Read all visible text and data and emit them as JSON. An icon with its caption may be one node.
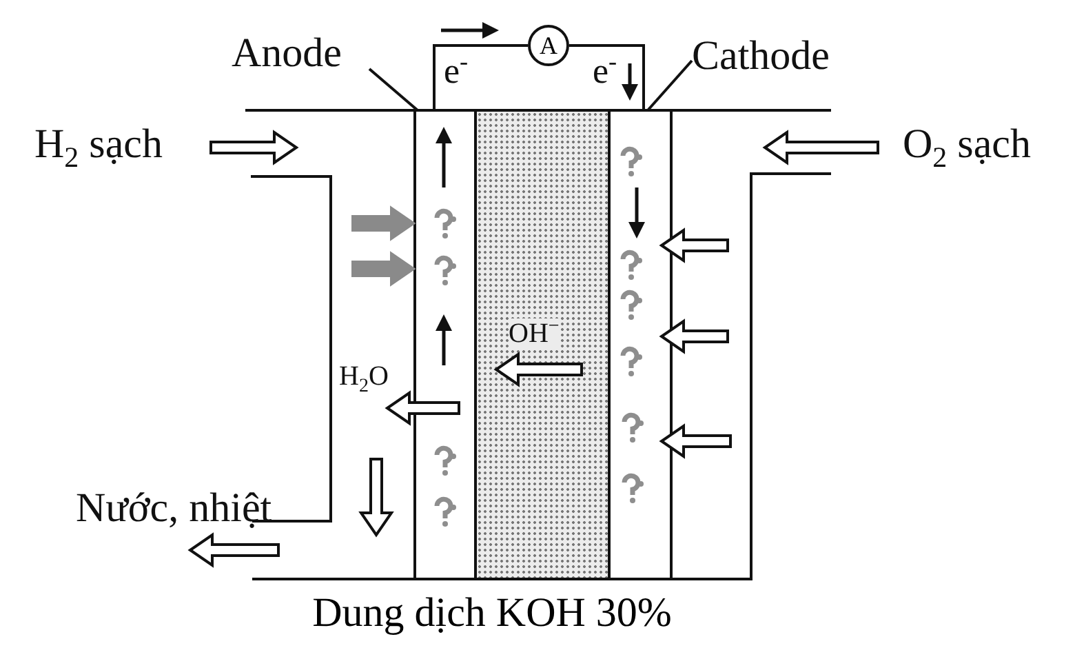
{
  "diagram": {
    "caption": "Dung dịch KOH 30%",
    "nodes": [
      {
        "text": [
          "Anode"
        ]
      },
      {
        "text": [
          "A"
        ]
      },
      {
        "text": [
          "Cathode"
        ]
      },
      {
        "text": [
          "H$_{2}$ sạch"
        ]
      },
      {
        "text": [],
        "shape": "bar"
      },
      {
        "text": [
          "OH$^{−}$"
        ]
      },
      {
        "text": [],
        "shape": "bar"
      },
      {
        "text": [
          "O$_{2}$ sạch"
        ]
      },
      {
        "text": [
          "Nước, nhiệt"
        ]
      }
    ],
    "edges": [
      {
        "from": 0,
        "to": 4,
        "arrow": "none"
      },
      {
        "from": 2,
        "to": 6,
        "arrow": "none"
      },
      {
        "from": 4,
        "to": 1,
        "arrow": "none"
      },
      {
        "from": 1,
        "to": 6,
        "arrow": "none"
      }
    ],
    "labels": [
      "e$^{-}$",
      "e$^{-}$",
      "H$_{2}$O"
    ]
  }
}
